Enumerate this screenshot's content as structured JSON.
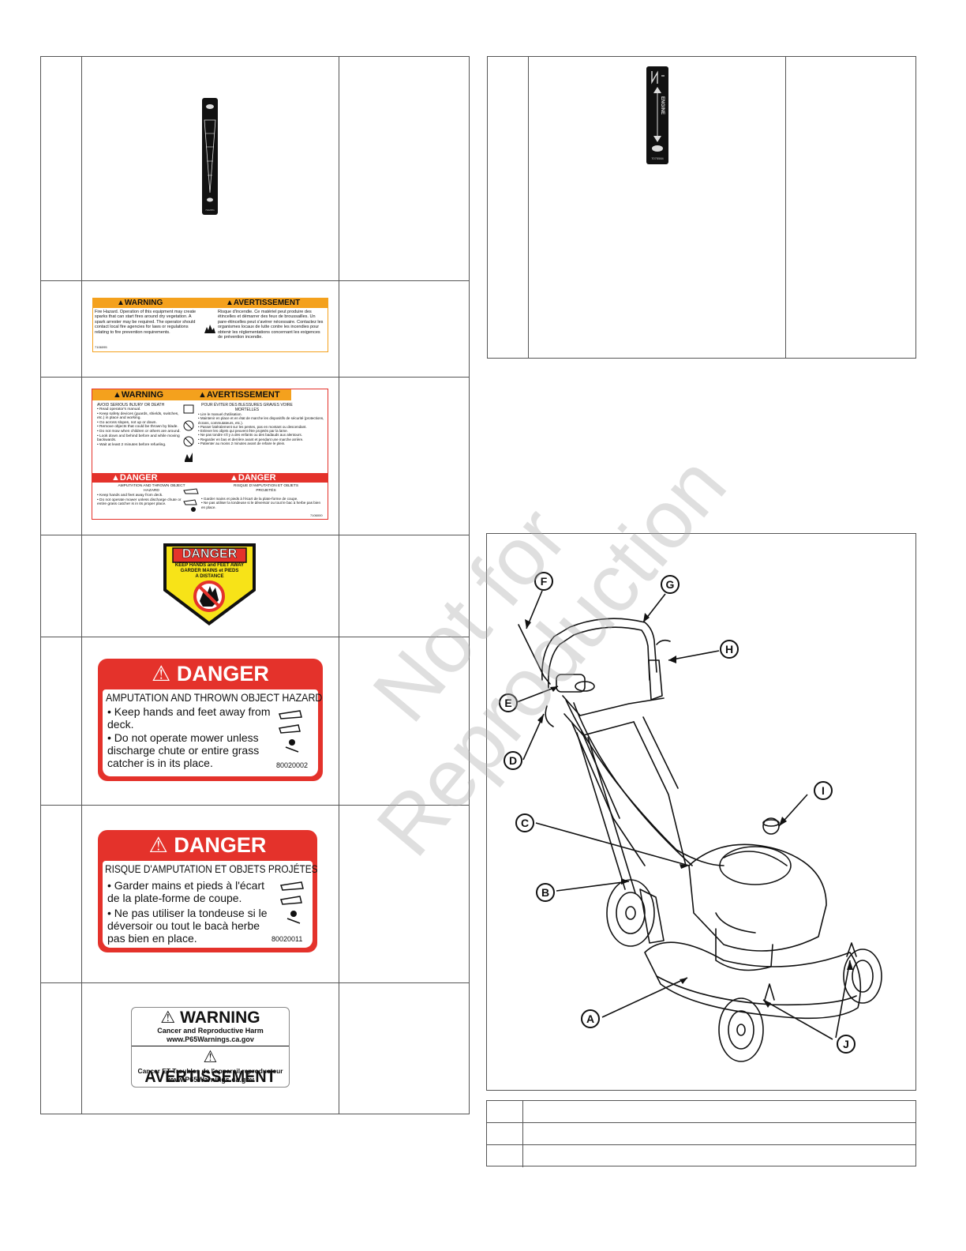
{
  "watermark": {
    "line1": "Not for",
    "line2": "Reproduction"
  },
  "decals": {
    "speed_decal": {
      "part_no": "7102871"
    },
    "fire_hazard": {
      "warning_heading": "WARNING",
      "warning_body": "Fire Hazard. Operation of this equipment may create sparks that can start fires around dry vegetation. A spark arrester may be required. The operator should contact local fire agencies for laws or regulations relating to fire prevention requirements.",
      "avert_heading": "AVERTISSEMENT",
      "avert_body": "Risque d'incendie. Ce matériel peut produire des étincelles et démarrer des feux de broussailles. Un pare-étincelles peut s'avérer nécessaire. Contactez les organismes locaux de lutte contre les incendies pour obtenir les réglementations concernant les exigences de prévention incendie.",
      "part_no": "7106095"
    },
    "safety_combo": {
      "warning_heading": "WARNING",
      "avert_heading": "AVERTISSEMENT",
      "en_title": "AVOID SERIOUS INJURY OR DEATH",
      "en_items": [
        "• Read operator's manual.",
        "• Keep safety devices (guards, shields, switches, etc.) in place and working.",
        "• Go across slopes, not up or down.",
        "• Remove objects that could be thrown by blade.",
        "• Do not mow when children or others are around.",
        "• Look down and behind before and while moving backwards.",
        "• Wait at least 2 minutes before refueling."
      ],
      "fr_title": "POUR ÉVITER DES BLESSURES GRAVES VOIRE MORTELLES",
      "fr_items": [
        "• Lire le manuel d'utilisation.",
        "• Maintenir en place et en état de marche les dispositifs de sécurité (protections, écrans, commutateurs, etc.).",
        "• Passer latéralement sur les pentes, pas en montant ou descendant.",
        "• Enlever les objets qui peuvent être projetés par la lame.",
        "• Ne pas tondre s'il y a des enfants ou des badauds aux alentours.",
        "• Regarder en bas et derrière avant et pendant une marche arrière.",
        "• Patienter au moins 2 minutes avant de refaire le plein."
      ],
      "danger_heading": "DANGER",
      "en_danger_title": "AMPUTATION AND THROWN OBJECT HAZARD",
      "en_danger_items": [
        "• Keep hands and feet away from deck.",
        "• Do not operate mower unless discharge chute or entire grass catcher is in its proper place."
      ],
      "fr_danger_title": "RISQUE D'AMPUTATION ET OBJETS PROJETÉS",
      "fr_danger_items": [
        "• Garder mains et pieds à l'écart de la plate-forme de coupe.",
        "• Ne pas utiliser la tondeuse si le déversoir ou tout le bac à herbe pas bien en place."
      ],
      "part_no": "7106000"
    },
    "hands_decal": {
      "heading": "DANGER",
      "line1": "KEEP HANDS and FEET AWAY",
      "line2": "GARDER MAINS et PIEDS",
      "line3": "A DISTANCE"
    },
    "danger_en": {
      "heading": "DANGER",
      "title": "AMPUTATION AND THROWN OBJECT HAZARD",
      "item1": "Keep hands and feet away from deck.",
      "item2": "Do not operate mower unless discharge chute or entire grass catcher is in its place.",
      "part_no": "80020002"
    },
    "danger_fr": {
      "heading": "DANGER",
      "title": "RISQUE D'AMPUTATION ET OBJETS PROJÉTES",
      "item1": "Garder mains et pieds à l'écart de la plate-forme de coupe.",
      "item2": "Ne pas utiliser la tondeuse si le déversoir ou tout le bacà herbe pas bien en place.",
      "part_no": "80020011"
    },
    "p65": {
      "warning_heading": "WARNING",
      "warning_line1": "Cancer and Reproductive Harm",
      "warning_line2": "www.P65Warnings.ca.gov",
      "avert_heading": "AVERTISSEMENT",
      "avert_line1": "Cancer ET Troubles de l'appareil reproducteur",
      "avert_line2": "www.P65Warnings.ca.gov"
    },
    "engine_decal": {
      "label": "ENGINE",
      "part_no": "7075584"
    }
  },
  "figure": {
    "callouts": [
      "A",
      "B",
      "C",
      "D",
      "E",
      "F",
      "G",
      "H",
      "I",
      "J"
    ]
  },
  "legend": {
    "rows": [
      {
        "key": "",
        "desc": ""
      },
      {
        "key": "",
        "desc": ""
      },
      {
        "key": "",
        "desc": ""
      }
    ]
  }
}
